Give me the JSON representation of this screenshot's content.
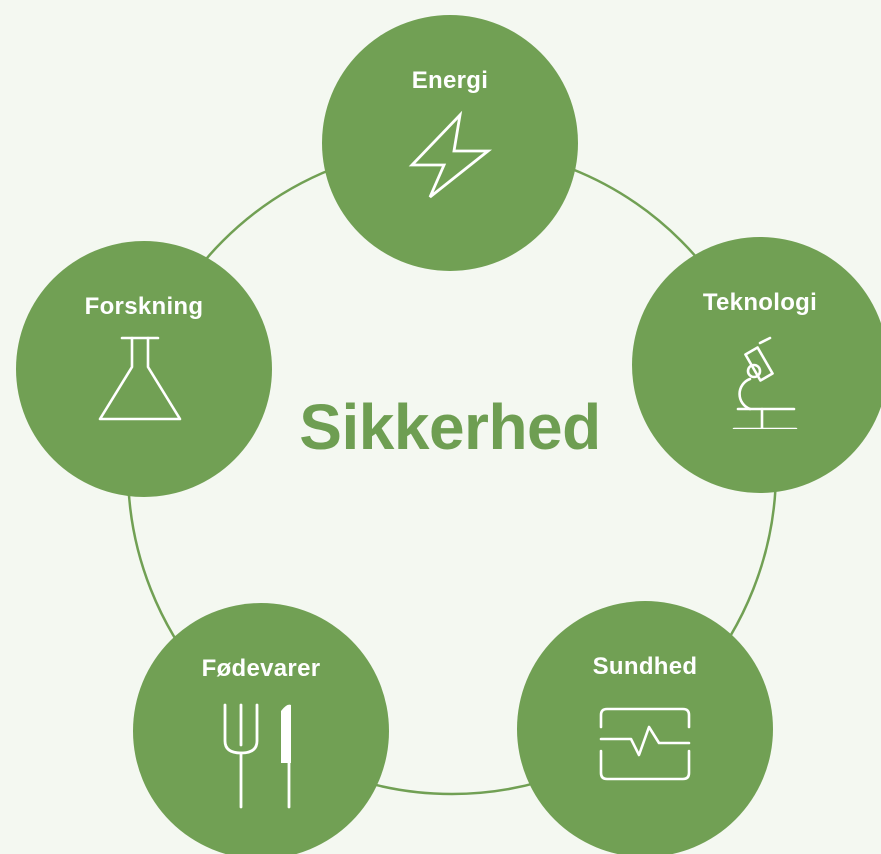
{
  "center": {
    "title": "Sikkerhed"
  },
  "nodes": [
    {
      "label": "Energi",
      "icon": "lightning-icon"
    },
    {
      "label": "Teknologi",
      "icon": "microscope-icon"
    },
    {
      "label": "Sundhed",
      "icon": "heart-monitor-icon"
    },
    {
      "label": "Fødevarer",
      "icon": "fork-knife-icon"
    },
    {
      "label": "Forskning",
      "icon": "flask-icon"
    }
  ],
  "colors": {
    "background": "#f4f8f1",
    "node_fill": "#71a054",
    "ring": "#71a054",
    "title": "#6e9e52",
    "icon_stroke": "#ffffff"
  }
}
